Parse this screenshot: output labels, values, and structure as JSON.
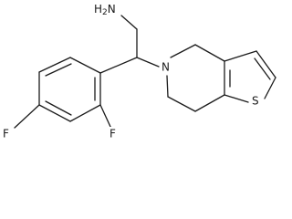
{
  "molecule": {
    "atoms": {
      "amine": {
        "symbol": "H",
        "subscript": "2",
        "suffix": "N"
      },
      "ring_nitrogen": "N",
      "sulfur": "S",
      "fluorine_ortho": "F",
      "fluorine_para": "F"
    },
    "colors": {
      "bond": "#1a1a1a",
      "background": "#ffffff"
    }
  }
}
